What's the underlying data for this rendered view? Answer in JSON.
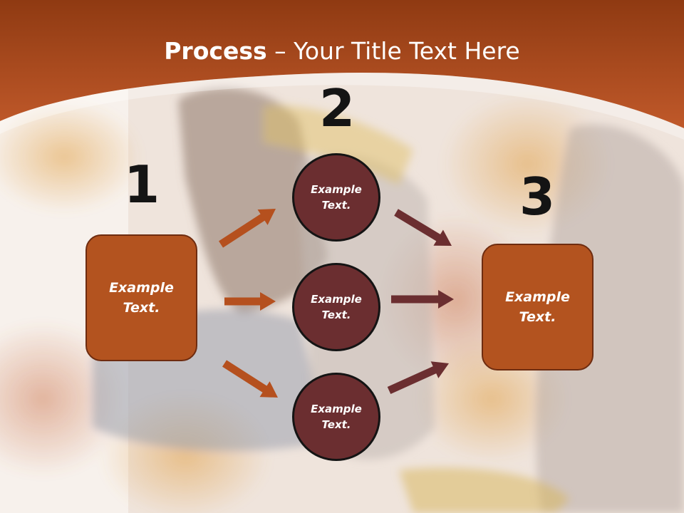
{
  "title": {
    "bold": "Process",
    "rest": " – Your Title Text Here"
  },
  "steps": [
    {
      "number": "1",
      "text": "Example\nText."
    },
    {
      "number": "2",
      "items": [
        "Example\nText.",
        "Example\nText.",
        "Example\nText."
      ]
    },
    {
      "number": "3",
      "text": "Example\nText."
    }
  ],
  "colors": {
    "header": "#b4541f",
    "box_fill": "#b3531f",
    "circle_fill": "#6b2e30",
    "arrow_left": "#b5501e",
    "arrow_right": "#6b2e30"
  }
}
